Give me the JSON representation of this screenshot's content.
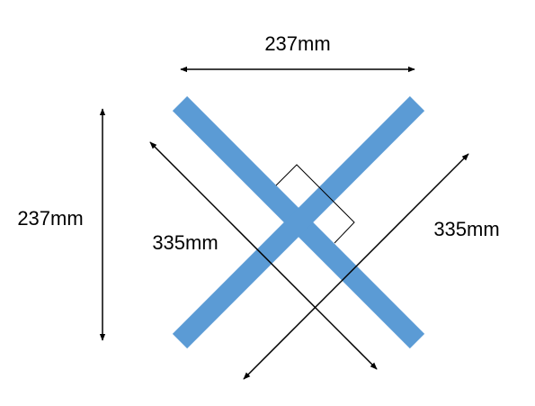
{
  "labels": {
    "top_width": "237mm",
    "left_height": "237mm",
    "diagonal_left": "335mm",
    "diagonal_right": "335mm"
  },
  "colors": {
    "bar": "#5b9bd5",
    "line": "#000000",
    "background": "#ffffff"
  }
}
